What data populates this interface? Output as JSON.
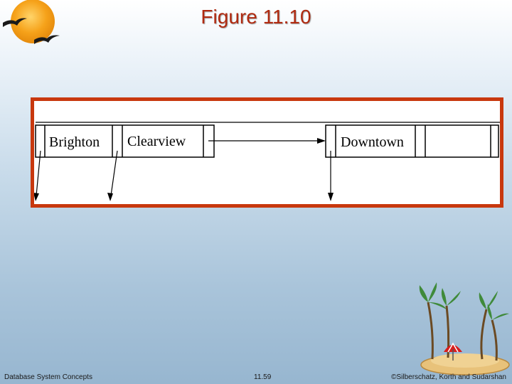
{
  "slide": {
    "title": "Figure 11.10"
  },
  "diagram": {
    "nodes": [
      {
        "label": "Brighton"
      },
      {
        "label": "Clearview"
      },
      {
        "label": "Downtown"
      }
    ]
  },
  "footer": {
    "left": "Database System Concepts",
    "center": "11.59",
    "right": "©Silberschatz, Korth and Sudarshan"
  },
  "colors": {
    "title": "#b02a10",
    "frame_border": "#c8380e",
    "logo_sun": "#f6a21a"
  },
  "icons": {
    "logo": "sun-with-birds-icon",
    "decoration": "palm-island-icon"
  }
}
